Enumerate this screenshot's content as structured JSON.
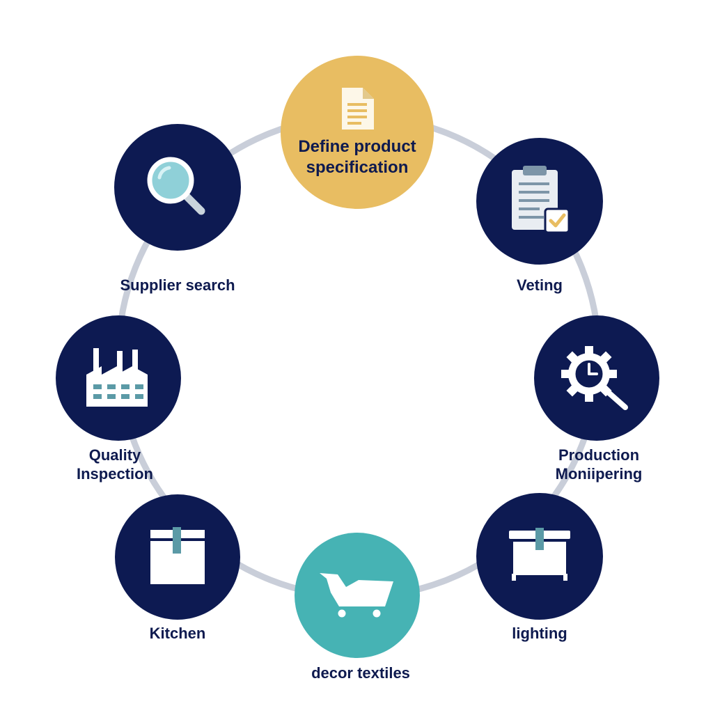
{
  "colors": {
    "navy": "#0d1a52",
    "gold": "#e8bd62",
    "teal": "#46b3b4",
    "ring": "#c9ced9",
    "icon_light": "#ffffff",
    "icon_accent": "#5b9aa6"
  },
  "steps": [
    {
      "id": "define",
      "label": "Define product specification",
      "icon": "document-icon"
    },
    {
      "id": "vetting",
      "label": "Veting",
      "icon": "clipboard-check-icon"
    },
    {
      "id": "production",
      "label_lines": [
        "Production",
        "Moniipering"
      ],
      "icon": "gear-clock-search-icon"
    },
    {
      "id": "lighting",
      "label": "lighting",
      "icon": "storage-box-icon"
    },
    {
      "id": "decor",
      "label": "decor textiles",
      "icon": "cart-icon"
    },
    {
      "id": "kitchen",
      "label": "Kitchen",
      "icon": "package-icon"
    },
    {
      "id": "quality",
      "label_lines": [
        "Quality",
        "Inspection"
      ],
      "icon": "factory-icon"
    },
    {
      "id": "supplier",
      "label": "Supplier search",
      "icon": "magnifier-icon"
    }
  ]
}
